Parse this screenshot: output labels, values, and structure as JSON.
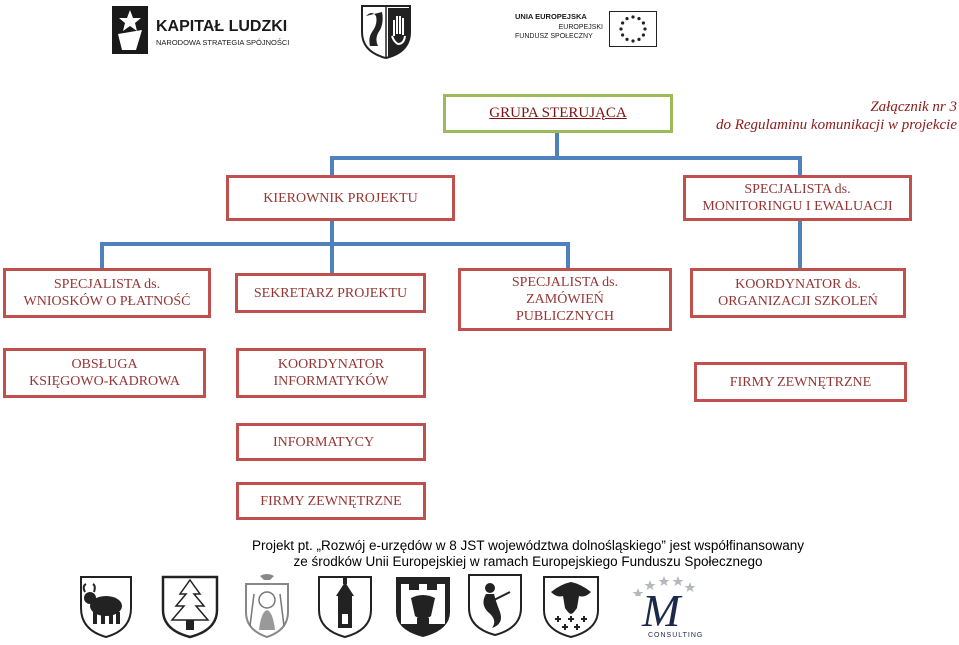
{
  "header": {
    "logo_kapital": {
      "title": "KAPITAŁ LUDZKI",
      "subtitle": "NARODOWA STRATEGIA SPÓJNOŚCI"
    },
    "logo_eu": {
      "line1": "UNIA EUROPEJSKA",
      "line2": "EUROPEJSKI",
      "line3": "FUNDUSZ SPOŁECZNY"
    }
  },
  "annex": {
    "line1": "Załącznik nr 3",
    "line2": "do Regulaminu komunikacji w projekcie"
  },
  "chart": {
    "top": "GRUPA STERUJĄCA",
    "row1": {
      "left": "KIEROWNIK PROJEKTU",
      "right": [
        "SPECJALISTA ds.",
        "MONITORINGU I EWALUACJI"
      ]
    },
    "row2": {
      "a": [
        "SPECJALISTA ds.",
        "WNIOSKÓW O PŁATNOŚĆ"
      ],
      "b": "SEKRETARZ PROJEKTU",
      "c": [
        "SPECJALISTA ds.",
        "ZAMÓWIEŃ",
        "PUBLICZNYCH"
      ],
      "d": [
        "KOORDYNATOR ds.",
        "ORGANIZACJI SZKOLEŃ"
      ]
    },
    "row3": {
      "a": [
        "OBSŁUGA",
        "KSIĘGOWO-KADROWA"
      ],
      "b": [
        "KOORDYNATOR",
        "INFORMATYKÓW"
      ],
      "d": "FIRMY ZEWNĘTRZNE"
    },
    "row4": "INFORMATYCY",
    "row5": "FIRMY ZEWNĘTRZNE"
  },
  "footer": {
    "line1": "Projekt pt. „Rozwój e-urzędów w 8 JST województwa dolnośląskiego” jest współfinansowany",
    "line2": "ze środków Unii Europejskiej w ramach Europejskiego Funduszu Społecznego"
  },
  "consulting": {
    "letter": "M",
    "word": "CONSULTING"
  },
  "colors": {
    "border_red": "#c0504d",
    "border_green": "#9bbb59",
    "connector": "#4f81bd",
    "text": "#943634"
  }
}
